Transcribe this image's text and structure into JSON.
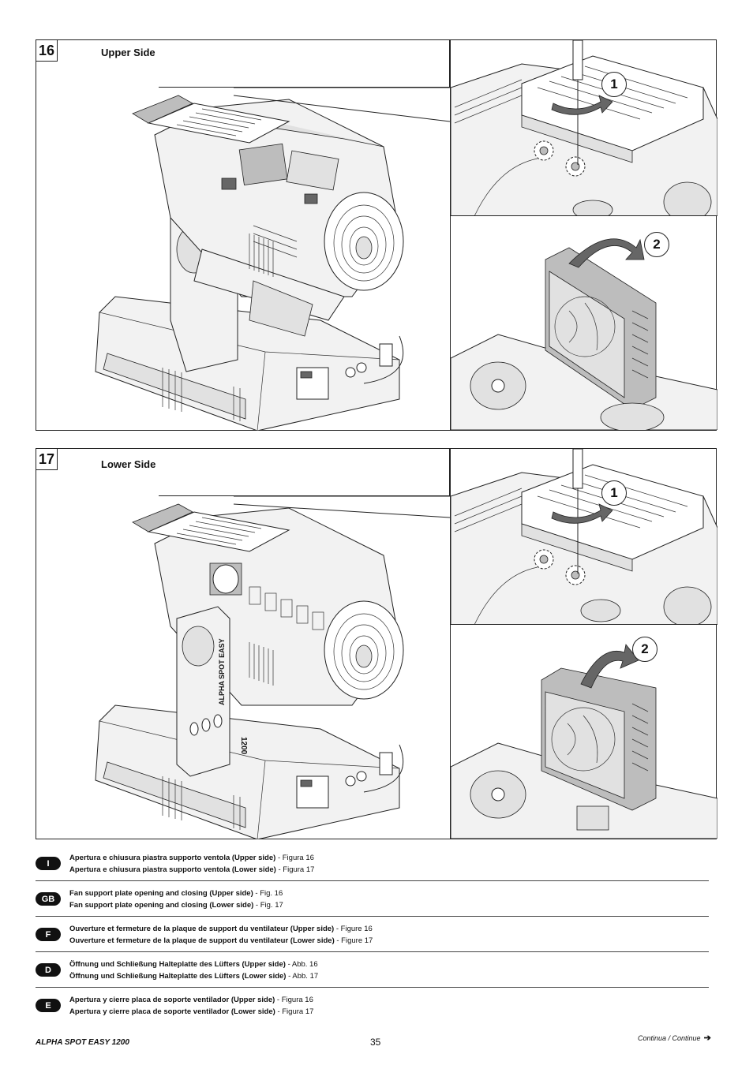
{
  "figures": [
    {
      "number": "16",
      "side_label": "Upper Side",
      "steps": [
        "1",
        "2"
      ]
    },
    {
      "number": "17",
      "side_label": "Lower Side",
      "steps": [
        "1",
        "2"
      ],
      "arm_text": "ALPHA SPOT EASY",
      "arm_model": "1200"
    }
  ],
  "captions": [
    {
      "lang": "I",
      "lines": [
        {
          "bold": "Apertura e chiusura piastra supporto ventola (Upper side)",
          "ref": " - Figura 16"
        },
        {
          "bold": "Apertura e chiusura piastra supporto ventola (Lower side)",
          "ref": " - Figura 17"
        }
      ]
    },
    {
      "lang": "GB",
      "lines": [
        {
          "bold": "Fan support plate opening and closing (Upper side)",
          "ref": " - Fig. 16"
        },
        {
          "bold": "Fan support plate opening and closing (Lower side)",
          "ref": " - Fig. 17"
        }
      ]
    },
    {
      "lang": "F",
      "lines": [
        {
          "bold": "Ouverture et fermeture de la plaque de support du ventilateur (Upper side)",
          "ref": " - Figure 16"
        },
        {
          "bold": "Ouverture et fermeture de la plaque de support du ventilateur (Lower side)",
          "ref": " - Figure 17"
        }
      ]
    },
    {
      "lang": "D",
      "lines": [
        {
          "bold": "Öffnung und Schließung Halteplatte des Lüfters (Upper side)",
          "ref": " - Abb. 16"
        },
        {
          "bold": "Öffnung und Schließung Halteplatte des Lüfters (Lower side)",
          "ref": " - Abb. 17"
        }
      ]
    },
    {
      "lang": "E",
      "lines": [
        {
          "bold": "Apertura y cierre placa de soporte ventilador (Upper side)",
          "ref": " - Figura 16"
        },
        {
          "bold": "Apertura y cierre placa de soporte ventilador (Lower side)",
          "ref": " - Figura 17"
        }
      ]
    }
  ],
  "footer": {
    "product": "ALPHA SPOT EASY 1200",
    "page": "35",
    "continue": "Continua / Continue",
    "arrow_icon": "right-arrow-icon"
  }
}
